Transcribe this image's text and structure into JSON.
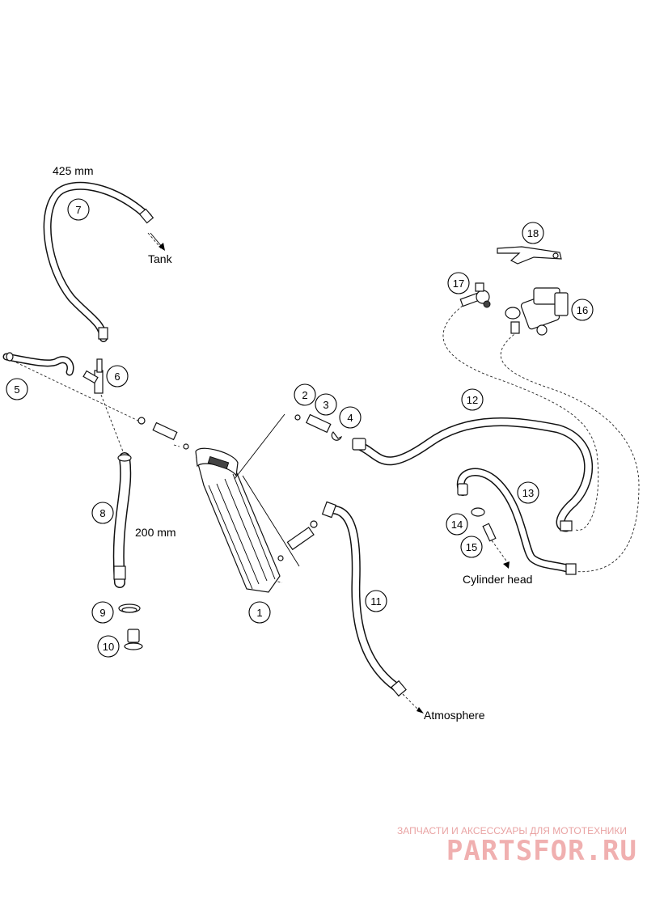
{
  "diagram": {
    "labels": {
      "hose_7_length": "425 mm",
      "tank": "Tank",
      "hose_8_length": "200 mm",
      "cylinder_head": "Cylinder head",
      "atmosphere": "Atmosphere"
    },
    "callouts": [
      "1",
      "2",
      "3",
      "4",
      "5",
      "6",
      "7",
      "8",
      "9",
      "10",
      "11",
      "12",
      "13",
      "14",
      "15",
      "16",
      "17",
      "18"
    ]
  },
  "watermark": {
    "tagline": "ЗАПЧАСТИ И АКСЕССУАРЫ ДЛЯ МОТОТЕХНИКИ",
    "brand": "PARTSFOR.RU"
  }
}
